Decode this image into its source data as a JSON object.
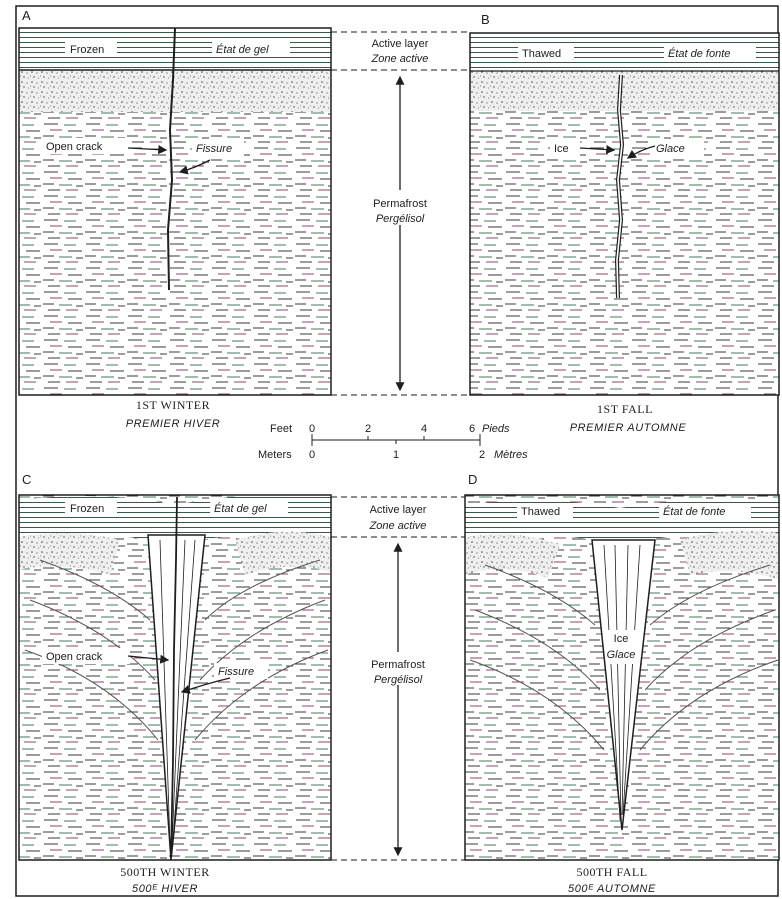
{
  "panels": {
    "a": {
      "letter": "A",
      "active_en": "Frozen",
      "active_fr": "État de gel",
      "crack_en": "Open crack",
      "crack_fr": "Fissure",
      "caption_en": "1ST WINTER",
      "caption_fr": "PREMIER HIVER"
    },
    "b": {
      "letter": "B",
      "active_en": "Thawed",
      "active_fr": "État de fonte",
      "crack_en": "Ice",
      "crack_fr": "Glace",
      "caption_en": "1ST FALL",
      "caption_fr": "PREMIER AUTOMNE"
    },
    "c": {
      "letter": "C",
      "active_en": "Frozen",
      "active_fr": "État de gel",
      "crack_en": "Open crack",
      "crack_fr": "Fissure",
      "caption_en": "500TH WINTER",
      "caption_fr": "500ᴱ HIVER"
    },
    "d": {
      "letter": "D",
      "active_en": "Thawed",
      "active_fr": "État de fonte",
      "crack_en": "Ice",
      "crack_fr": "Glace",
      "caption_en": "500TH FALL",
      "caption_fr": "500ᴱ AUTOMNE"
    }
  },
  "center_labels": {
    "active_layer_en": "Active layer",
    "active_layer_fr": "Zone active",
    "permafrost_en": "Permafrost",
    "permafrost_fr": "Pergélisol"
  },
  "scale_bar": {
    "feet_label": "Feet",
    "feet_ticks": [
      "0",
      "2",
      "4",
      "6"
    ],
    "feet_unit_fr": "Pieds",
    "meters_label": "Meters",
    "meter_ticks": [
      "0",
      "1",
      "2"
    ],
    "meters_unit_fr": "Mètres"
  },
  "colors": {
    "ink": "#1e1e1e",
    "paper": "#ffffff",
    "green_tint": "#4a7a5a",
    "magenta_tint": "#8a4a6a"
  }
}
